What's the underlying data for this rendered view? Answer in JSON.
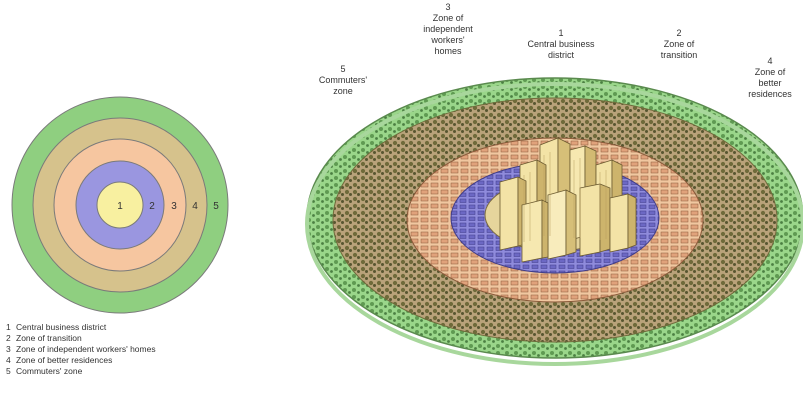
{
  "zones": [
    {
      "number": "1",
      "name": "Central business district",
      "color": "#f8f0a0"
    },
    {
      "number": "2",
      "name": "Zone of transition",
      "color": "#9a96e0"
    },
    {
      "number": "3",
      "name": "Zone of independent workers' homes",
      "color": "#f6c6a0"
    },
    {
      "number": "4",
      "name": "Zone of better residences",
      "color": "#d6c28c"
    },
    {
      "number": "5",
      "name": "Commuters' zone",
      "color": "#8fcf80"
    }
  ],
  "legend": [
    {
      "number": "1",
      "text": "Central business district"
    },
    {
      "number": "2",
      "text": "Zone of transition"
    },
    {
      "number": "3",
      "text": "Zone of independent workers' homes"
    },
    {
      "number": "4",
      "text": "Zone of better residences"
    },
    {
      "number": "5",
      "text": "Commuters' zone"
    }
  ],
  "illustration_labels": {
    "zone5": {
      "number": "5",
      "lines": [
        "Commuters'",
        "zone"
      ]
    },
    "zone3": {
      "number": "3",
      "lines": [
        "Zone of",
        "independent",
        "workers'",
        "homes"
      ]
    },
    "zone1": {
      "number": "1",
      "lines": [
        "Central business",
        "district"
      ]
    },
    "zone2": {
      "number": "2",
      "lines": [
        "Zone of",
        "transition"
      ]
    },
    "zone4": {
      "number": "4",
      "lines": [
        "Zone of",
        "better",
        "residences"
      ]
    }
  }
}
